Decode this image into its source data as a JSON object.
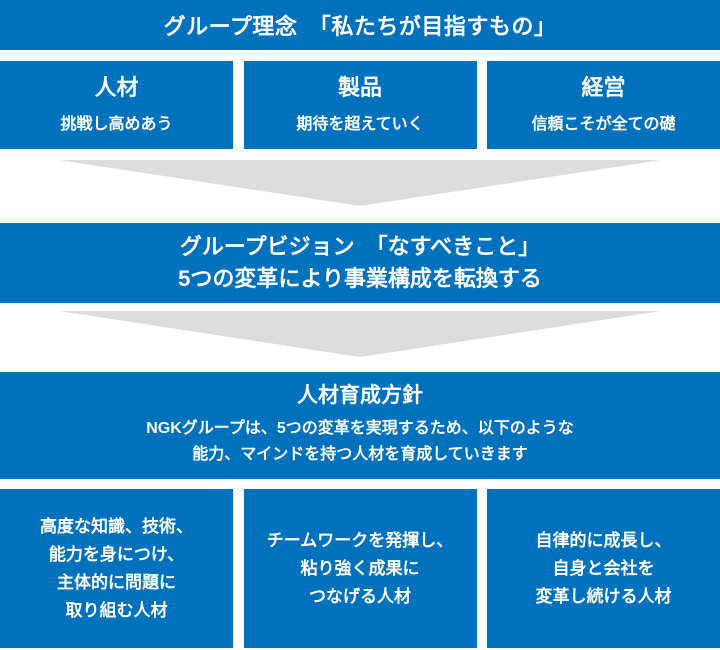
{
  "colors": {
    "primary_blue": "#0071bc",
    "arrow_gray": "#dcdcdc",
    "text_white": "#ffffff"
  },
  "philosophy": {
    "title": "グループ理念　「私たちが目指すもの」",
    "pillars": [
      {
        "title": "人材",
        "subtitle": "挑戦し高めあう"
      },
      {
        "title": "製品",
        "subtitle": "期待を超えていく"
      },
      {
        "title": "経営",
        "subtitle": "信頼こそが全ての礎"
      }
    ]
  },
  "vision": {
    "line1": "グループビジョン　「なすべきこと」",
    "line2": "5つの変革により事業構成を転換する"
  },
  "hr_policy": {
    "title": "人材育成方針",
    "description_line1": "NGKグループは、5つの変革を実現するため、以下のような",
    "description_line2": "能力、マインドを持つ人材を育成していきます",
    "talents": [
      {
        "lines": [
          "高度な知識、技術、",
          "能力を身につけ、",
          "主体的に問題に",
          "取り組む人材"
        ]
      },
      {
        "lines": [
          "チームワークを発揮し、",
          "粘り強く成果に",
          "つなげる人材"
        ]
      },
      {
        "lines": [
          "自律的に成長し、",
          "自身と会社を",
          "変革し続ける人材"
        ]
      }
    ]
  }
}
